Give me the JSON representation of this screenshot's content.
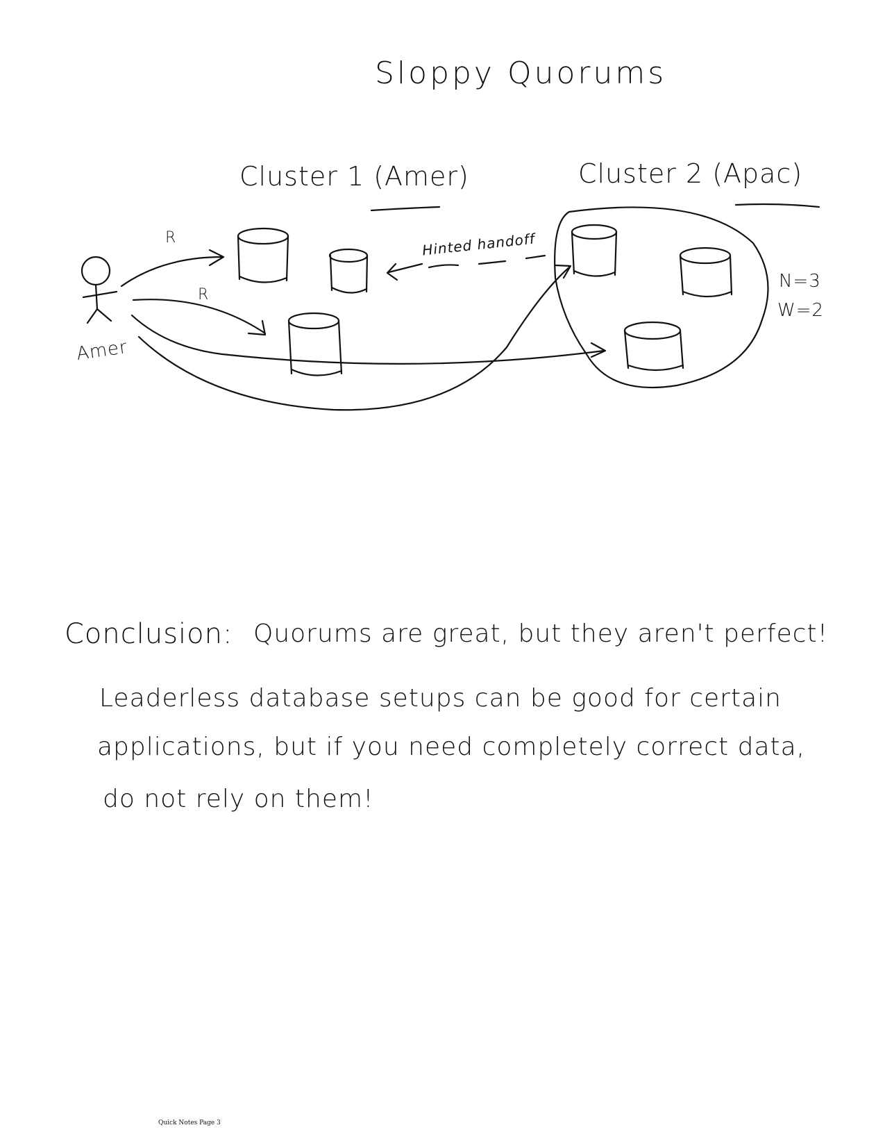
{
  "title": "Sloppy Quorums",
  "diagram": {
    "cluster_1_label": "Cluster 1 (Amer)",
    "cluster_2_label": "Cluster 2 (Apac)",
    "user_label": "Amer",
    "read_label_1": "R",
    "read_label_2": "R",
    "hinted_handoff_label": "Hinted handoff",
    "n_param": "N=3",
    "w_param": "W=2"
  },
  "conclusion": {
    "lead": "Conclusion:",
    "line1": "Quorums are great, but they aren't perfect!",
    "line2": "Leaderless database setups can be good for certain",
    "line3": "applications, but if you need completely correct data,",
    "line4": "do not rely on them!"
  },
  "footer": "Quick Notes Page 3"
}
